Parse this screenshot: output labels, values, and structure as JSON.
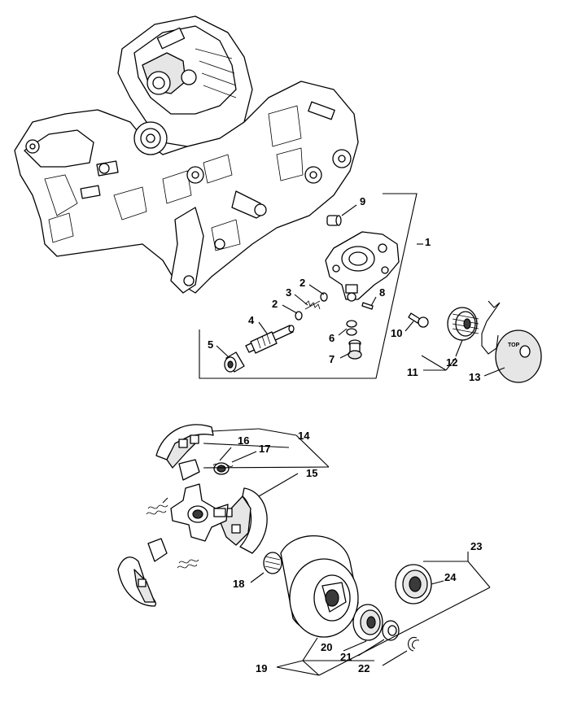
{
  "callouts": [
    {
      "id": "c1",
      "text": "1"
    },
    {
      "id": "c2a",
      "text": "2"
    },
    {
      "id": "c2b",
      "text": "2"
    },
    {
      "id": "c3",
      "text": "3"
    },
    {
      "id": "c4",
      "text": "4"
    },
    {
      "id": "c5",
      "text": "5"
    },
    {
      "id": "c6",
      "text": "6"
    },
    {
      "id": "c7",
      "text": "7"
    },
    {
      "id": "c8",
      "text": "8"
    },
    {
      "id": "c9",
      "text": "9"
    },
    {
      "id": "c10",
      "text": "10"
    },
    {
      "id": "c11",
      "text": "11"
    },
    {
      "id": "c12",
      "text": "12"
    },
    {
      "id": "c13",
      "text": "13"
    },
    {
      "id": "c14",
      "text": "14"
    },
    {
      "id": "c15",
      "text": "15"
    },
    {
      "id": "c16",
      "text": "16"
    },
    {
      "id": "c17",
      "text": "17"
    },
    {
      "id": "c18",
      "text": "18"
    },
    {
      "id": "c19",
      "text": "19"
    },
    {
      "id": "c20",
      "text": "20"
    },
    {
      "id": "c21",
      "text": "21"
    },
    {
      "id": "c22",
      "text": "22"
    },
    {
      "id": "c23",
      "text": "23"
    },
    {
      "id": "c24",
      "text": "24"
    }
  ],
  "washer_marking": "TOP"
}
